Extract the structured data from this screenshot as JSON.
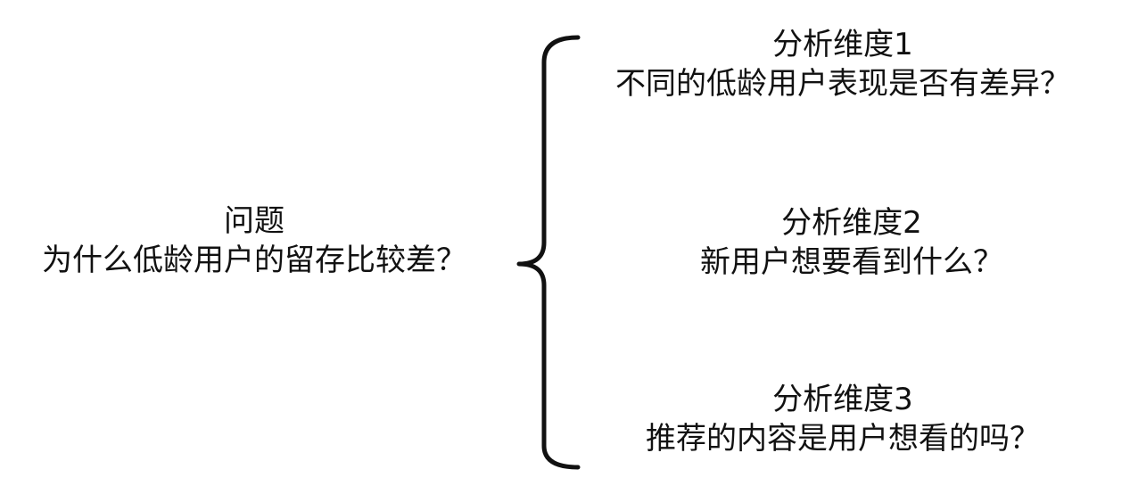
{
  "root": {
    "heading": "问题",
    "question": "为什么低龄用户的留存比较差？"
  },
  "branches": [
    {
      "heading": "分析维度1",
      "question": "不同的低龄用户表现是否有差异？"
    },
    {
      "heading": "分析维度2",
      "question": "新用户想要看到什么？"
    },
    {
      "heading": "分析维度3",
      "question": "推荐的内容是用户想看的吗？"
    }
  ],
  "colors": {
    "text": "#111111",
    "brace": "#111111",
    "background": "#ffffff"
  }
}
